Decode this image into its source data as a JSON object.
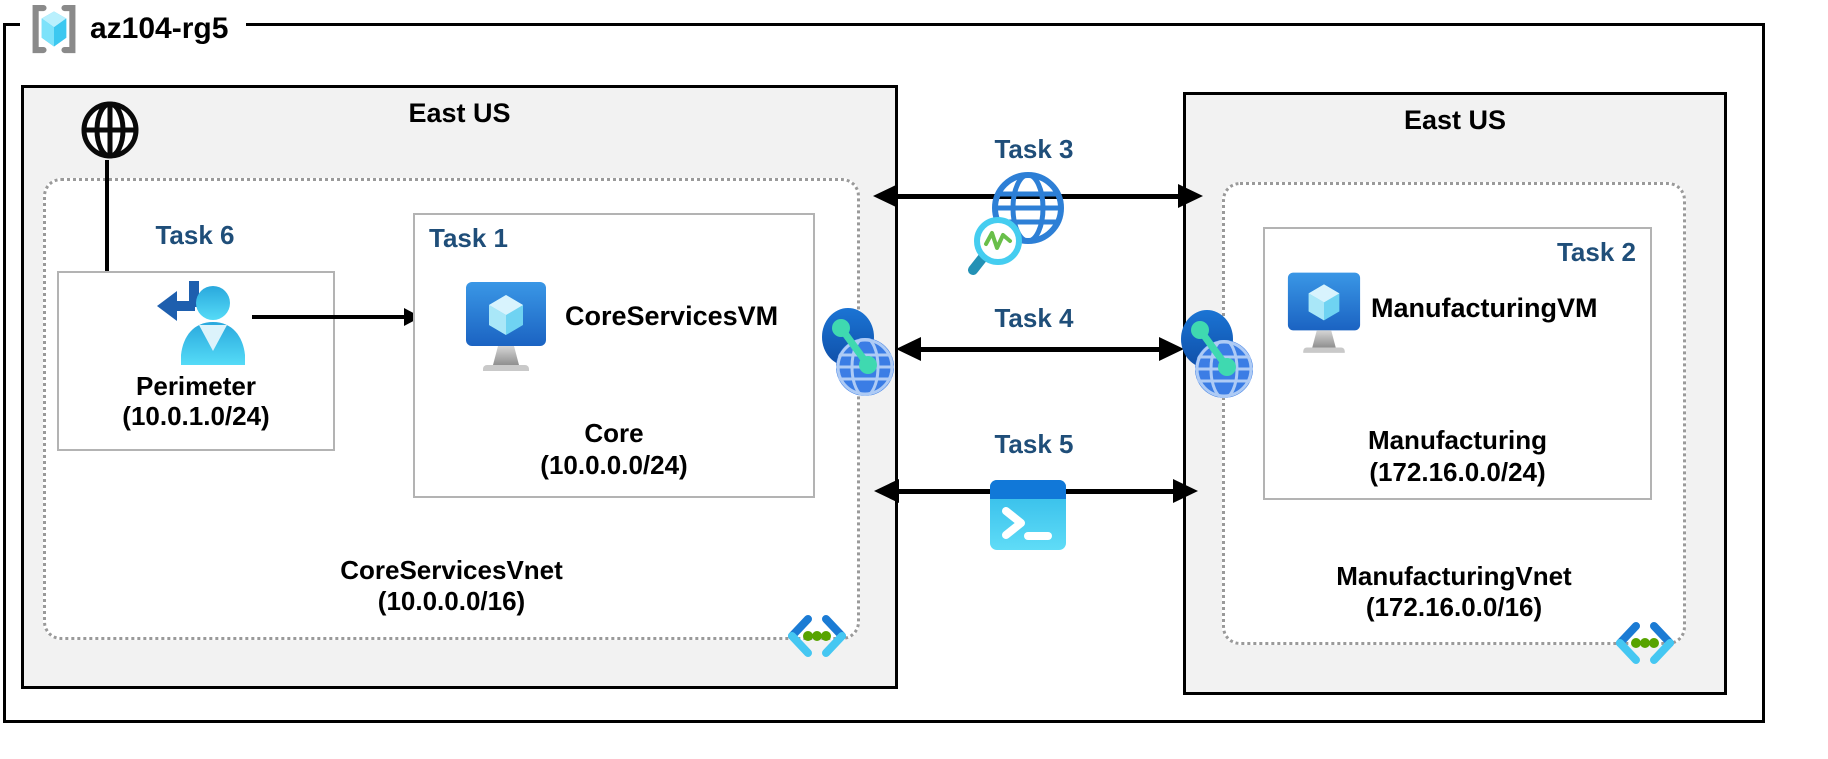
{
  "resource_group": {
    "label": "az104-rg5"
  },
  "regions": {
    "left": {
      "title": "East US",
      "vnet_name": "CoreServicesVnet",
      "vnet_cidr": "(10.0.0.0/16)",
      "subnets": {
        "perimeter": {
          "task": "Task 6",
          "name": "Perimeter",
          "cidr": "(10.0.1.0/24)"
        },
        "core": {
          "task": "Task 1",
          "vm_name": "CoreServicesVM",
          "name": "Core",
          "cidr": "(10.0.0.0/24)"
        }
      }
    },
    "right": {
      "title": "East US",
      "vnet_name": "ManufacturingVnet",
      "vnet_cidr": "(172.16.0.0/16)",
      "subnets": {
        "manufacturing": {
          "task": "Task 2",
          "vm_name": "ManufacturingVM",
          "name": "Manufacturing",
          "cidr": "(172.16.0.0/24)"
        }
      }
    }
  },
  "connections": {
    "task3": {
      "label": "Task 3"
    },
    "task4": {
      "label": "Task 4"
    },
    "task5": {
      "label": "Task 5"
    }
  },
  "icons": {
    "resource_group": "azure-resource-group",
    "internet": "globe-outline",
    "guest_user": "user-with-return-arrow",
    "virtual_machine": "monitor-with-cube",
    "vnet_peering": "connected-globes",
    "network_watcher": "globe-with-magnifier",
    "cloud_shell": "terminal-prompt",
    "virtual_network": "angle-brackets-with-dots"
  },
  "colors": {
    "task_label": "#1F4E79",
    "region_fill": "#F2F2F2",
    "region_border": "#000000",
    "vnet_border": "#9A9A9A",
    "subnet_border": "#B3B3B3",
    "vm_blue": "#1B66C4",
    "cyan": "#45C7F2",
    "green_dot": "#57A300",
    "teal": "#3FD9B0"
  }
}
